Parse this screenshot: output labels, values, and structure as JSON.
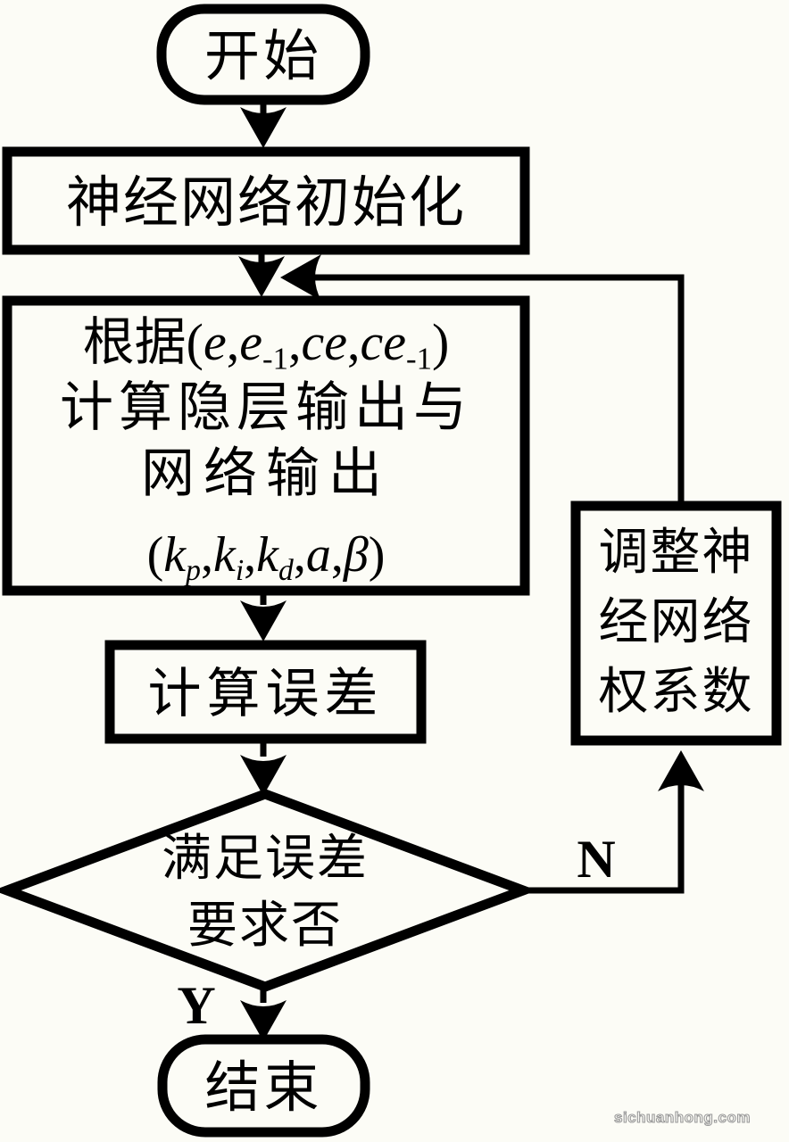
{
  "page": {
    "background_color": "#fcfcf6",
    "ink_color": "#000000",
    "watermark_color": "#9a9a9a"
  },
  "watermark": {
    "text": "sichuanhong.com"
  },
  "flowchart": {
    "nodes": {
      "start": {
        "type": "terminator",
        "label": "开始"
      },
      "init": {
        "type": "process",
        "label": "神经网络初始化"
      },
      "compute": {
        "type": "process",
        "line1": [
          "根据(",
          "e",
          ",",
          "e",
          "-1",
          ",",
          "ce",
          ",",
          "ce",
          "-1",
          ")"
        ],
        "line2": "计算隐层输出与",
        "line3": "网络输出",
        "line4": [
          "(",
          "k",
          "p",
          ",",
          "k",
          "i",
          ",",
          "k",
          "d",
          ",",
          "a",
          ",",
          "β",
          ")"
        ]
      },
      "calc_error": {
        "type": "process",
        "label": "计算误差"
      },
      "decision": {
        "type": "decision",
        "line1": "满足误差",
        "line2": "要求否"
      },
      "adjust": {
        "type": "process",
        "line1": "调整神",
        "line2": "经网络",
        "line3": "权系数"
      },
      "end": {
        "type": "terminator",
        "label": "结束"
      }
    },
    "edges": {
      "yes_label": "Y",
      "no_label": "N"
    }
  }
}
